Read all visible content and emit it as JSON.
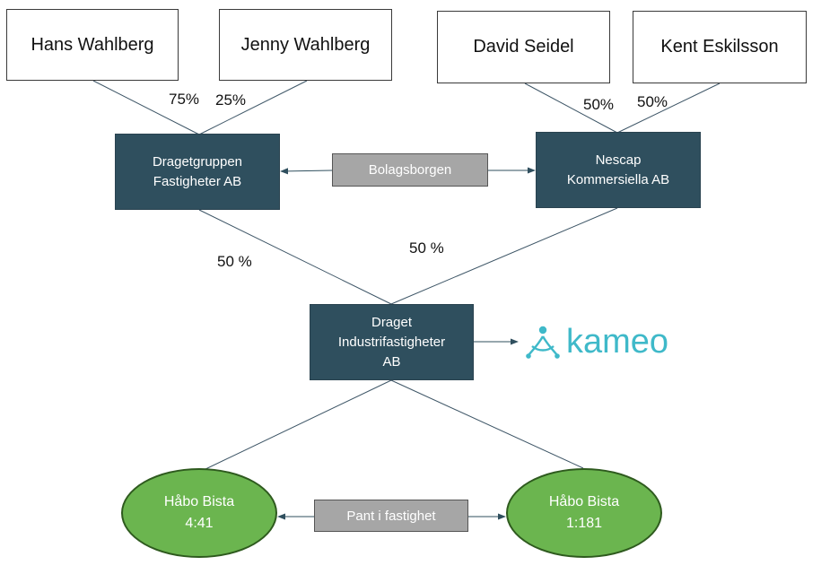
{
  "owners": {
    "hans": "Hans Wahlberg",
    "jenny": "Jenny Wahlberg",
    "david": "David Seidel",
    "kent": "Kent Eskilsson"
  },
  "percentages": {
    "hans_share": "75%",
    "jenny_share": "25%",
    "david_share": "50%",
    "kent_share": "50%",
    "dragetgruppen_share": "50 %",
    "nescap_share": "50 %"
  },
  "companies": {
    "dragetgruppen": [
      "Dragetgruppen",
      "Fastigheter AB"
    ],
    "nescap": [
      "Nescap",
      "Kommersiella AB"
    ],
    "draget": [
      "Draget",
      "Industrifastigheter",
      "AB"
    ]
  },
  "relations": {
    "bolagsborgen": "Bolagsborgen",
    "pant": "Pant i fastighet"
  },
  "properties": {
    "bista_441": [
      "Håbo Bista",
      "4:41"
    ],
    "bista_1181": [
      "Håbo Bista",
      "1:181"
    ]
  },
  "lender": {
    "logo_text": "kameo",
    "icon": "kameo-logo-icon"
  },
  "colors": {
    "company_fill": "#2f4f5e",
    "relation_fill": "#a6a6a6",
    "property_fill": "#6bb54f",
    "property_border": "#2e5a1e",
    "kameo_brand": "#3fb9c9",
    "connector": "#3d5566"
  }
}
